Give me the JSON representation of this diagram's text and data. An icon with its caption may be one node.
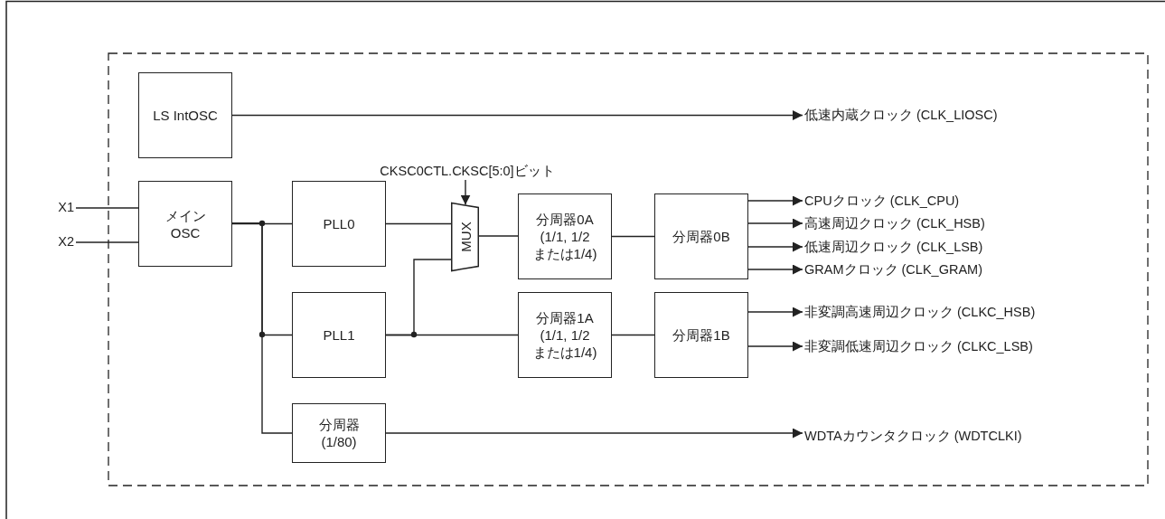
{
  "diagram": {
    "nodes": [
      {
        "text": [
          "LS IntOSC"
        ]
      },
      {
        "text": [
          "X1"
        ]
      },
      {
        "text": [
          "X2"
        ]
      },
      {
        "text": [
          "メイン OSC"
        ]
      },
      {
        "text": [
          "PLL0"
        ]
      },
      {
        "text": [
          "CKSC0CTL.CKSC[5:0]ビット"
        ]
      },
      {
        "text": [
          "MUX"
        ]
      },
      {
        "text": [
          "分周器0A (1/1, 1/2 または1/4)"
        ]
      },
      {
        "text": [
          "分周器0B"
        ]
      },
      {
        "text": [
          "PLL1"
        ]
      },
      {
        "text": [
          "分周器1A (1/1, 1/2 または1/4)"
        ]
      },
      {
        "text": [
          "分周器1B"
        ]
      },
      {
        "text": [
          "分周器 (1/80)"
        ]
      },
      {
        "text": [
          "低速内蔵クロック (CLK_LIOSC)"
        ]
      },
      {
        "text": [
          "CPUクロック (CLK_CPU)"
        ]
      },
      {
        "text": [
          "高速周辺クロック (CLK_HSB)"
        ]
      },
      {
        "text": [
          "低速周辺クロック (CLK_LSB)"
        ]
      },
      {
        "text": [
          "GRAMクロック (CLK_GRAM)"
        ]
      },
      {
        "text": [
          "非変調高速周辺クロック (CLKC_HSB)"
        ]
      },
      {
        "text": [
          "非変調低速周辺クロック (CLKC_LSB)"
        ]
      },
      {
        "text": [
          "WDTAカウンタクロック (WDTCLKI)"
        ]
      }
    ],
    "edges": [
      {
        "from": 0,
        "to": 13,
        "arrow": "to"
      },
      {
        "from": 1,
        "to": 3,
        "arrow": "none"
      },
      {
        "from": 2,
        "to": 3,
        "arrow": "none"
      },
      {
        "from": 3,
        "to": 4,
        "arrow": "none"
      },
      {
        "from": 3,
        "to": 9,
        "arrow": "none"
      },
      {
        "from": 3,
        "to": 12,
        "arrow": "none"
      },
      {
        "from": 5,
        "to": 6,
        "arrow": "to"
      },
      {
        "from": 4,
        "to": 6,
        "arrow": "none"
      },
      {
        "from": 9,
        "to": 6,
        "arrow": "none"
      },
      {
        "from": 9,
        "to": 10,
        "arrow": "none"
      },
      {
        "from": 6,
        "to": 7,
        "arrow": "none"
      },
      {
        "from": 7,
        "to": 8,
        "arrow": "none"
      },
      {
        "from": 8,
        "to": 14,
        "arrow": "to"
      },
      {
        "from": 8,
        "to": 15,
        "arrow": "to"
      },
      {
        "from": 8,
        "to": 16,
        "arrow": "to"
      },
      {
        "from": 8,
        "to": 17,
        "arrow": "to"
      },
      {
        "from": 10,
        "to": 11,
        "arrow": "none"
      },
      {
        "from": 11,
        "to": 18,
        "arrow": "to"
      },
      {
        "from": 11,
        "to": 19,
        "arrow": "to"
      },
      {
        "from": 12,
        "to": 20,
        "arrow": "to"
      }
    ]
  }
}
